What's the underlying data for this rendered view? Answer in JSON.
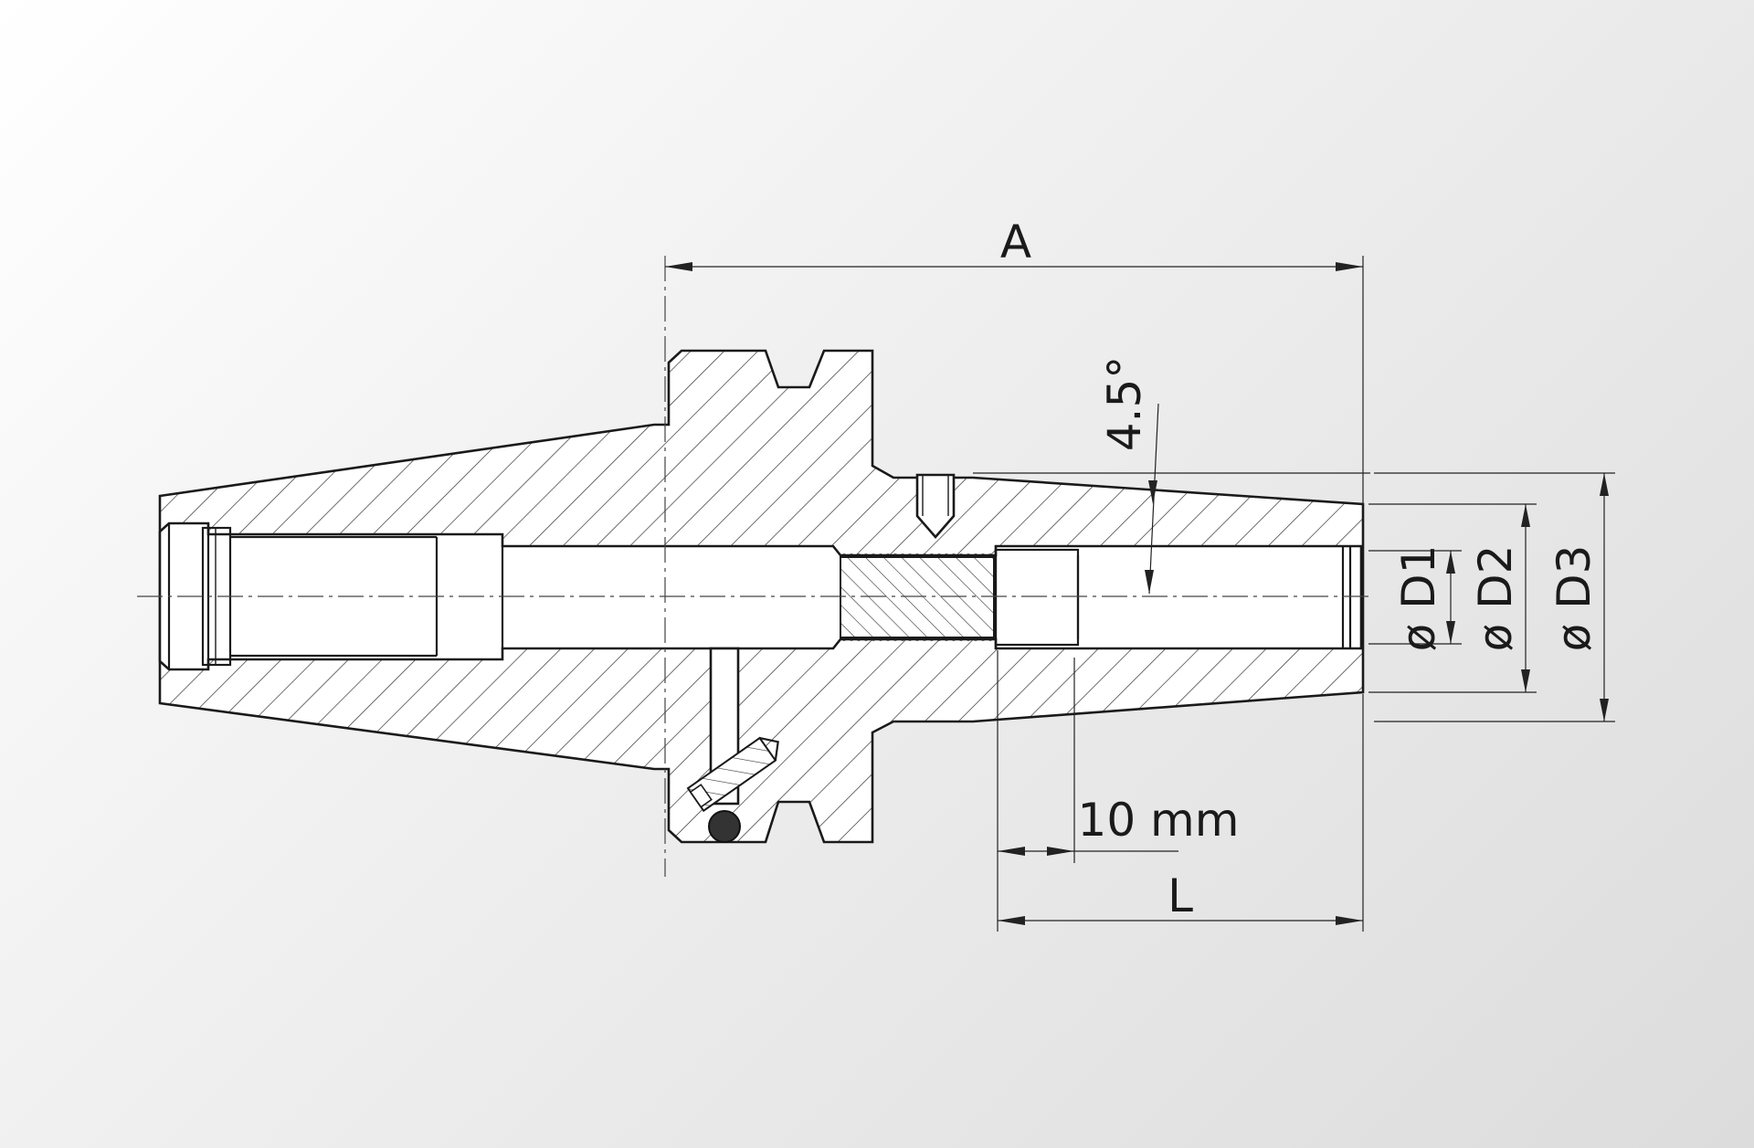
{
  "drawing": {
    "labels": {
      "overall_length": "A",
      "taper_angle": "4.5°",
      "inner_diameter": "ø D1",
      "nose_diameter": "ø D2",
      "body_diameter": "ø D3",
      "gauge_length": "10 mm",
      "projection_length": "L"
    }
  }
}
